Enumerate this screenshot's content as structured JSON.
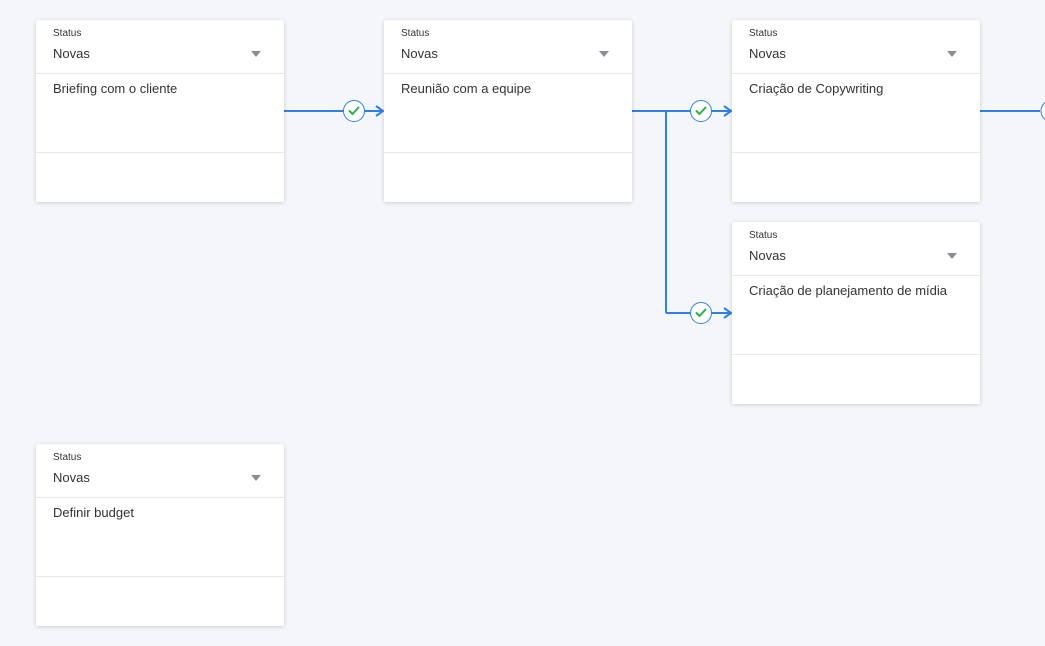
{
  "colors": {
    "background": "#f4f6fa",
    "connector": "#2f80e4",
    "check": "#2bb04a",
    "caret": "#8a8d93"
  },
  "tasks": [
    {
      "status_label": "Status",
      "status_value": "Novas",
      "title": "Briefing com o cliente"
    },
    {
      "status_label": "Status",
      "status_value": "Novas",
      "title": "Reunião com a equipe"
    },
    {
      "status_label": "Status",
      "status_value": "Novas",
      "title": "Criação de Copywriting"
    },
    {
      "status_label": "Status",
      "status_value": "Novas",
      "title": "Criação de planejamento de mídia"
    },
    {
      "status_label": "Status",
      "status_value": "Novas",
      "title": "Definir budget"
    }
  ],
  "connectors": [
    {
      "icon": "check-icon"
    },
    {
      "icon": "check-icon"
    },
    {
      "icon": "check-icon"
    },
    {
      "icon": "check-icon"
    }
  ]
}
